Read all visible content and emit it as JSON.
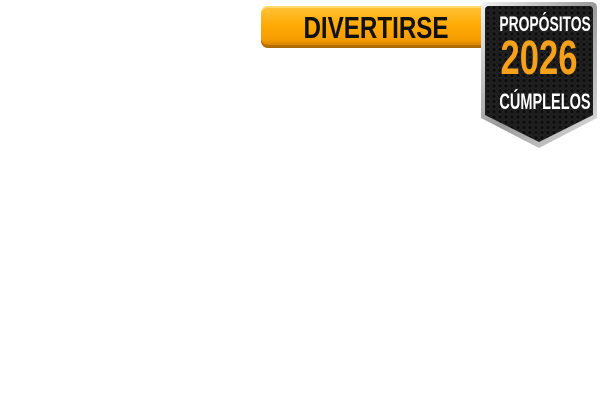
{
  "banner": {
    "label": "DIVERTIRSE",
    "color": "#ffab05"
  },
  "badge": {
    "line1": "PROPÓSITOS",
    "year": "2026",
    "line3": "CÚMPLELOS",
    "year_color": "#f7a11a",
    "background": "#1a1a1a",
    "border": "#c0c0c0"
  }
}
